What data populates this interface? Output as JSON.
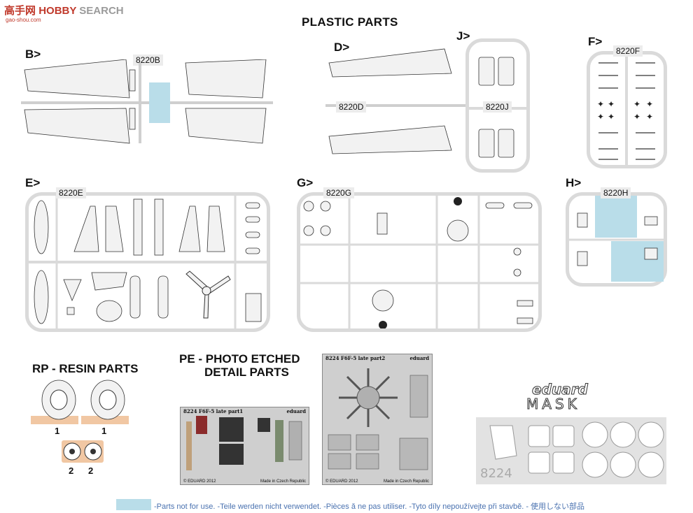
{
  "watermark": {
    "brand": "HOBBY",
    "suffix": "SEARCH",
    "site": "gao-shou.com",
    "glyphs": "高手网"
  },
  "title": "PLASTIC PARTS",
  "sprues": {
    "B": {
      "letter": "B>",
      "code": "8220B"
    },
    "D": {
      "letter": "D>",
      "code": "8220D"
    },
    "J": {
      "letter": "J>",
      "code": "8220J"
    },
    "F": {
      "letter": "F>",
      "code": "8220F"
    },
    "E": {
      "letter": "E>",
      "code": "8220E"
    },
    "G": {
      "letter": "G>",
      "code": "8220G"
    },
    "H": {
      "letter": "H>",
      "code": "8220H"
    }
  },
  "resin": {
    "title": "RP - RESIN PARTS",
    "labels": [
      "1",
      "1",
      "2",
      "2"
    ]
  },
  "pe": {
    "title_line1": "PE - PHOTO ETCHED",
    "title_line2": "DETAIL PARTS",
    "fret1_header": "8224  F6F-5 late    part1",
    "fret1_brand": "eduard",
    "fret1_footer_left": "© EDUARD 2012",
    "fret1_footer_right": "Made in Czech Republic",
    "fret2_header": "8224  F6F-5 late    part2",
    "fret2_brand": "eduard",
    "fret2_footer_left": "© EDUARD 2012",
    "fret2_footer_right": "Made in Czech Republic"
  },
  "mask": {
    "brand": "eduard",
    "word": "MASK",
    "number": "8224"
  },
  "legend": {
    "swatch_color": "#b9dde9",
    "text": "-Parts not for use. -Teile werden nicht verwendet. -Pièces ǎ ne pas utiliser. -Tyto díly nepoužívejte při stavbě. - 使用しない部品"
  }
}
